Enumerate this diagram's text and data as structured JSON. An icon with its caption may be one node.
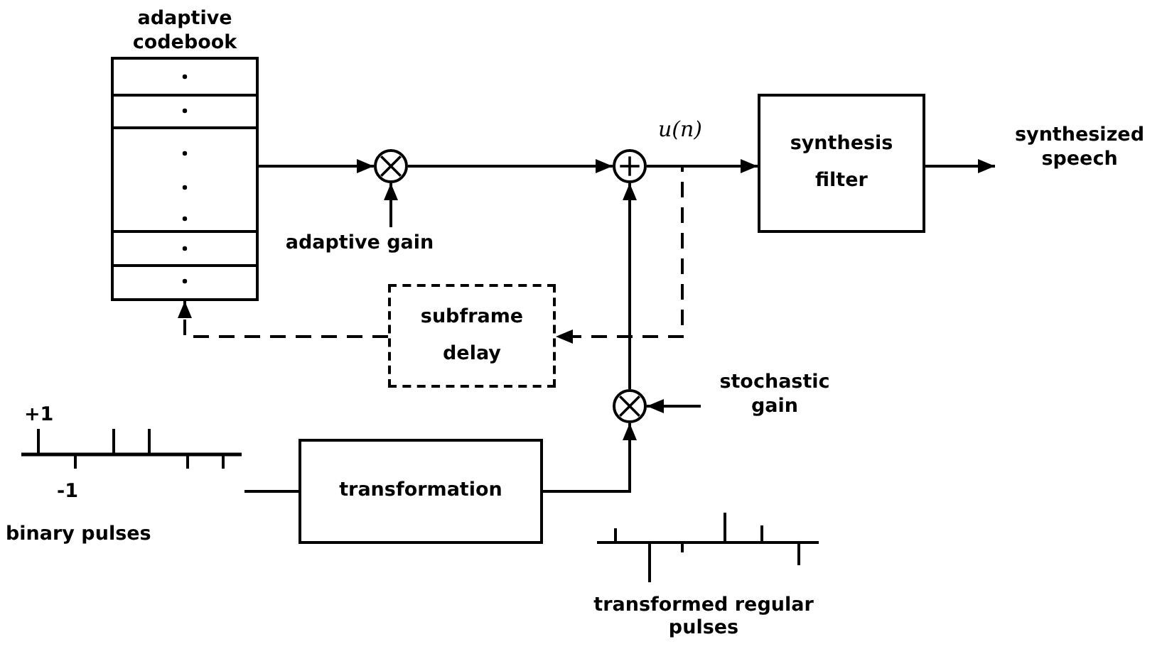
{
  "diagram": {
    "nodes": [
      {
        "text": [
          "adaptive codebook"
        ]
      },
      {
        "text": [],
        "shape": "circle"
      },
      {
        "text": [
          "adaptive gain"
        ]
      },
      {
        "text": [],
        "shape": "circle"
      },
      {
        "text": [
          "synthesis filter"
        ]
      },
      {
        "text": [
          "synthesized speech"
        ]
      },
      {
        "text": [
          "subframe delay"
        ]
      },
      {
        "text": [],
        "shape": "circle"
      },
      {
        "text": [
          "stochastic gain"
        ]
      },
      {
        "text": [],
        "shape": "picture",
        "beside": [
          "+1",
          "-1",
          "binary pulses"
        ]
      },
      {
        "text": [
          "transformation"
        ]
      }
    ],
    "edges": [
      {
        "from": 0,
        "to": 1,
        "arrow": "to"
      },
      {
        "from": 2,
        "to": 1,
        "arrow": "to"
      },
      {
        "from": 1,
        "to": 3,
        "arrow": "to"
      },
      {
        "from": 3,
        "to": 4,
        "arrow": "to",
        "label": "u(n)"
      },
      {
        "from": 4,
        "to": 5,
        "arrow": "to"
      },
      {
        "from": 3,
        "to": 6,
        "arrow": "to",
        "style": "dashed"
      },
      {
        "from": 6,
        "to": 0,
        "arrow": "to",
        "style": "dashed"
      },
      {
        "from": 7,
        "to": 3,
        "arrow": "to"
      },
      {
        "from": 8,
        "to": 7,
        "arrow": "to"
      },
      {
        "from": 9,
        "to": 10,
        "arrow": "none"
      },
      {
        "from": 10,
        "to": 7,
        "arrow": "to"
      }
    ],
    "labels": [
      "transformed regular pulses"
    ]
  }
}
